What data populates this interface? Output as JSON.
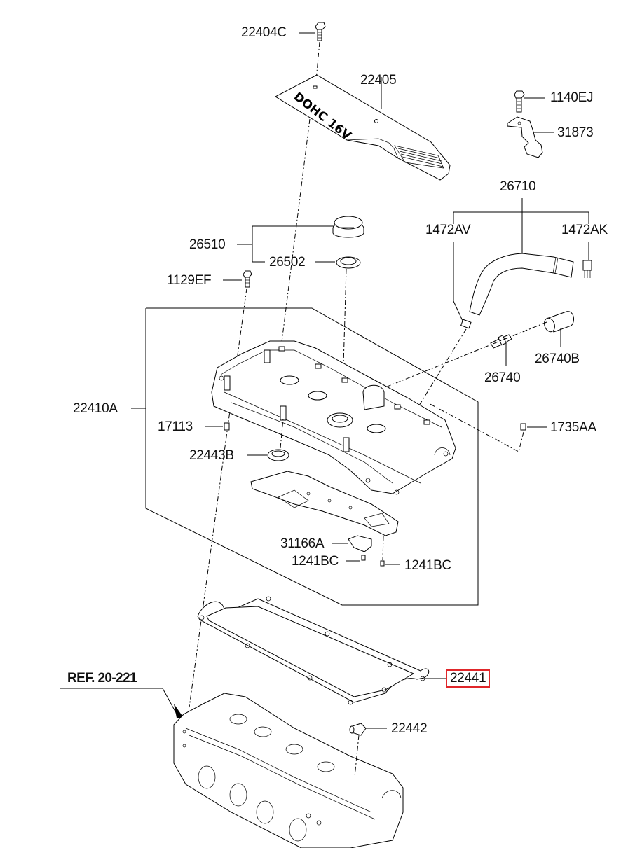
{
  "diagram": {
    "title": "Rocker Cover (Cylinder Head Cover) Exploded Parts Diagram",
    "cover_text": "DOHC 16V",
    "highlight_color": "#e0262a",
    "reference": "REF. 20-221",
    "parts": [
      {
        "id": "22404C",
        "label": "22404C",
        "description": "bolt"
      },
      {
        "id": "22405",
        "label": "22405",
        "description": "engine cover"
      },
      {
        "id": "1140EJ",
        "label": "1140EJ",
        "description": "bolt"
      },
      {
        "id": "31873",
        "label": "31873",
        "description": "clip bracket"
      },
      {
        "id": "26710",
        "label": "26710",
        "description": "breather hose assembly"
      },
      {
        "id": "1472AV",
        "label": "1472AV",
        "description": "hose clamp"
      },
      {
        "id": "1472AK",
        "label": "1472AK",
        "description": "hose clamp"
      },
      {
        "id": "26510",
        "label": "26510",
        "description": "oil filler cap assembly"
      },
      {
        "id": "26502",
        "label": "26502",
        "description": "cap gasket"
      },
      {
        "id": "1129EF",
        "label": "1129EF",
        "description": "bolt"
      },
      {
        "id": "22410A",
        "label": "22410A",
        "description": "rocker cover assembly"
      },
      {
        "id": "17113",
        "label": "17113",
        "description": "plug"
      },
      {
        "id": "22443B",
        "label": "22443B",
        "description": "seal"
      },
      {
        "id": "26740",
        "label": "26740",
        "description": "PCV valve"
      },
      {
        "id": "26740B",
        "label": "26740B",
        "description": "PCV valve hose"
      },
      {
        "id": "1735AA",
        "label": "1735AA",
        "description": "nut"
      },
      {
        "id": "31166A",
        "label": "31166A",
        "description": "baffle plate"
      },
      {
        "id": "1241BC_left",
        "label": "1241BC",
        "description": "screw"
      },
      {
        "id": "1241BC_right",
        "label": "1241BC",
        "description": "screw"
      },
      {
        "id": "22441",
        "label": "22441",
        "description": "rocker cover gasket",
        "highlighted": true
      },
      {
        "id": "22442",
        "label": "22442",
        "description": "plug"
      }
    ]
  }
}
